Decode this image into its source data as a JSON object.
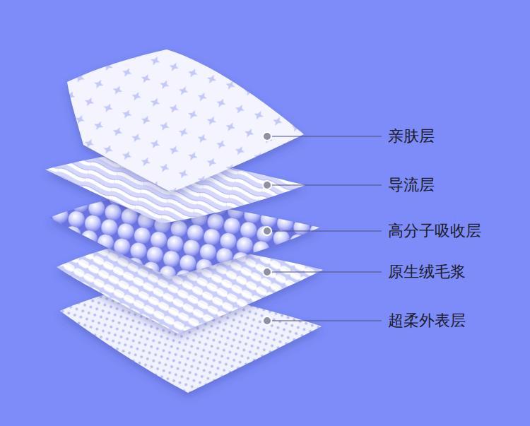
{
  "diagram": {
    "labels": [
      "亲肤层",
      "导流层",
      "高分子吸收层",
      "原生绒毛浆",
      "超柔外表层"
    ]
  }
}
